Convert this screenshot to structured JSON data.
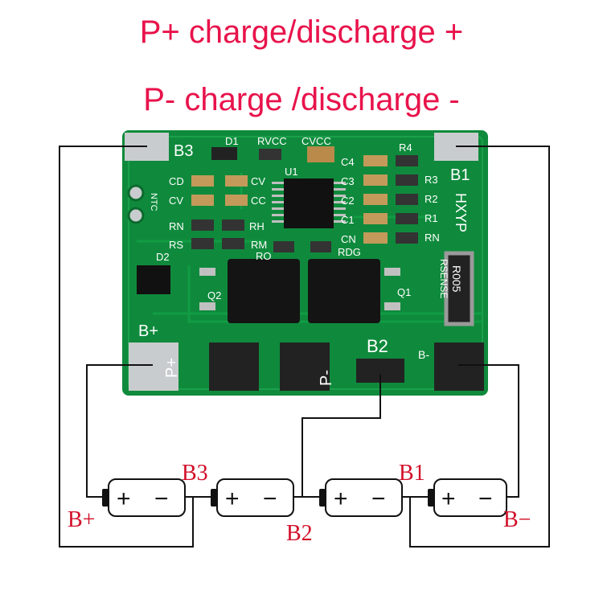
{
  "headlines": {
    "p_plus": "P+ charge/discharge +",
    "p_minus": "P- charge /discharge -"
  },
  "board": {
    "silkscreen": {
      "b3": "B3",
      "b1": "B1",
      "d1": "D1",
      "rvcc": "RVCC",
      "cvcc": "CVCC",
      "r4": "R4",
      "c4": "C4",
      "c3": "C3",
      "c2": "C2",
      "c1": "C1",
      "cn": "CN",
      "r3": "R3",
      "r2": "R2",
      "r1": "R1",
      "rn": "RN",
      "u1": "U1",
      "cd": "CD",
      "cv_left": "CV",
      "cv_mid": "CV",
      "cc": "CC",
      "ntc": "NTC",
      "rn_left": "RN",
      "rh": "RH",
      "rs": "RS",
      "rm": "RM",
      "ro": "RO",
      "rdg": "RDG",
      "d2": "D2",
      "q2": "Q2",
      "q1": "Q1",
      "rsense": "RSENSE",
      "shunt_value": "R005",
      "hxyp": "HXYP",
      "b_plus": "B+",
      "p_plus": "P+",
      "p_minus": "P-",
      "b2": "B2",
      "b_minus": "B-"
    }
  },
  "wiring_labels": {
    "b_plus": "B+",
    "b3": "B3",
    "b2": "B2",
    "b1": "B1",
    "b_minus": "B−"
  },
  "battery_signs": {
    "plus": "+",
    "minus": "−"
  },
  "colors": {
    "headline": "#e8134b",
    "pcb_green": "#0f8a3c",
    "silkscreen": "#ffffff",
    "pad": "#c8ccce",
    "wire": "#111111",
    "wire_label": "#d2102a"
  }
}
